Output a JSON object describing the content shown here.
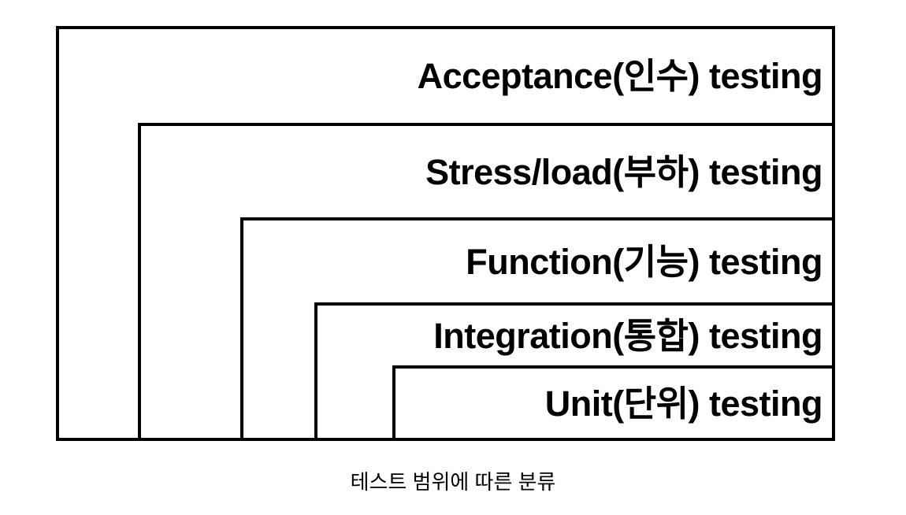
{
  "diagram": {
    "levels": [
      {
        "label": "Acceptance(인수) testing"
      },
      {
        "label": "Stress/load(부하) testing"
      },
      {
        "label": "Function(기능) testing"
      },
      {
        "label": "Integration(통합) testing"
      },
      {
        "label": "Unit(단위) testing"
      }
    ],
    "caption": "테스트 범위에 따른 분류"
  },
  "colors": {
    "border": "#000000",
    "text": "#000000",
    "background": "#ffffff"
  }
}
